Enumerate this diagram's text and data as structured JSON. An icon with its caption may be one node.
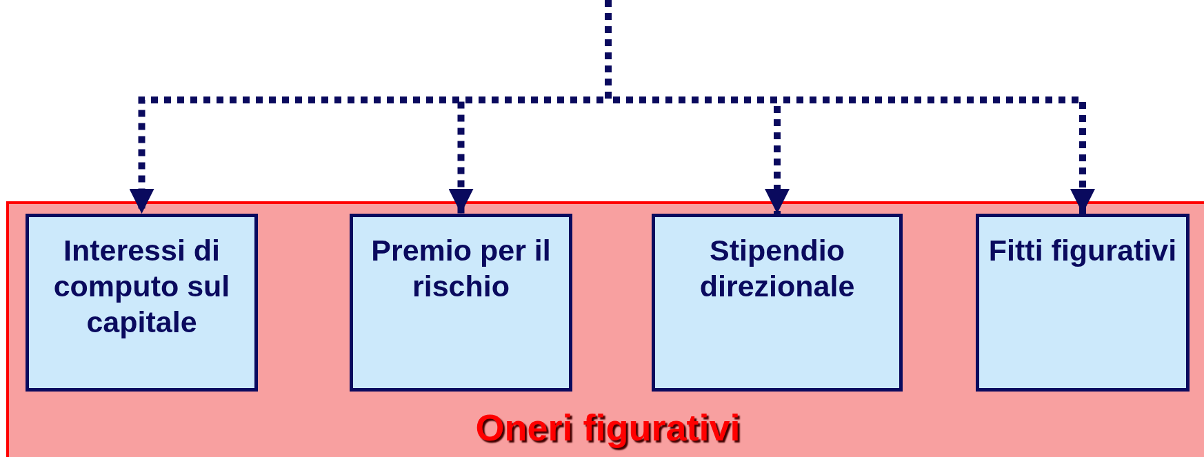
{
  "diagram": {
    "nodes": [
      {
        "text": [
          "Oneri figurativi"
        ]
      },
      {
        "text": [
          "Interessi di computo sul capitale"
        ],
        "in": 0
      },
      {
        "text": [
          "Premio per il rischio"
        ],
        "in": 0
      },
      {
        "text": [
          "Stipendio direzionale"
        ],
        "in": 0
      },
      {
        "text": [
          "Fitti figurativi"
        ],
        "in": 0
      }
    ],
    "edges": [
      {
        "from": null,
        "to": 1,
        "arrow": "to",
        "style": "dashed"
      },
      {
        "from": null,
        "to": 2,
        "arrow": "to",
        "style": "dashed"
      },
      {
        "from": null,
        "to": 3,
        "arrow": "to",
        "style": "dashed"
      },
      {
        "from": null,
        "to": 4,
        "arrow": "to",
        "style": "dashed"
      }
    ]
  }
}
